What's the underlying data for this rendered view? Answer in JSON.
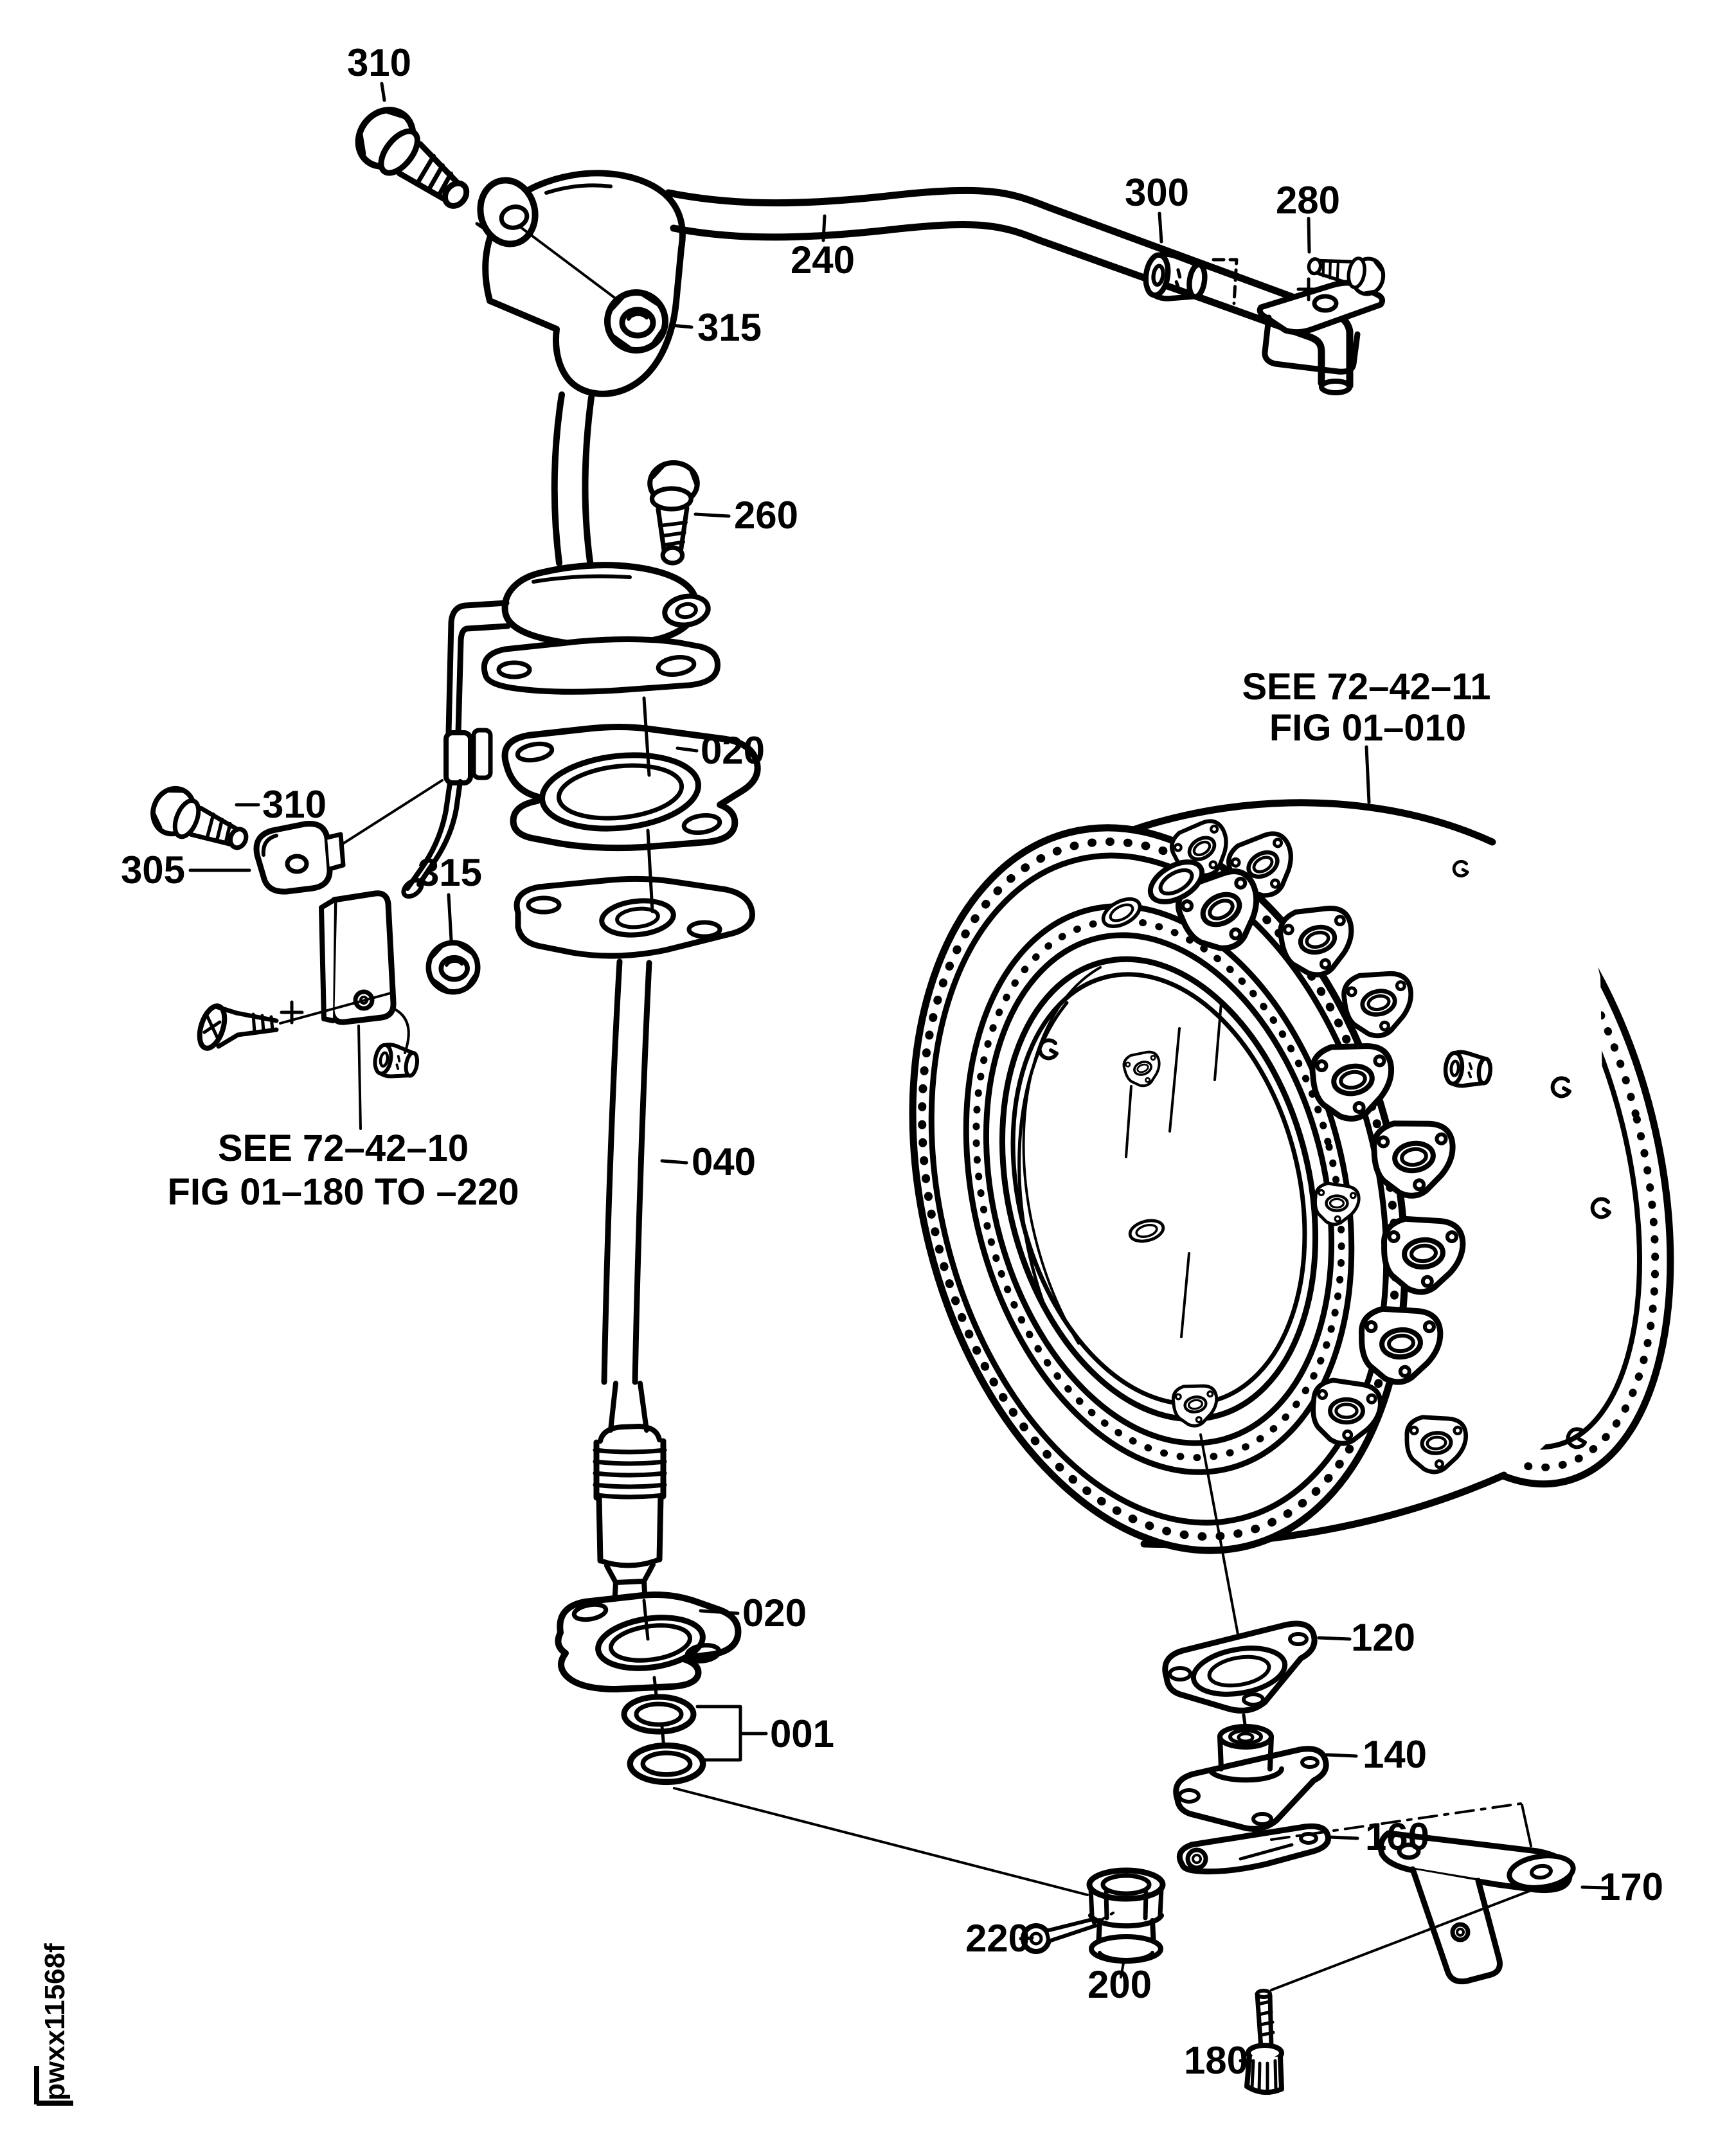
{
  "page": {
    "background": "#ffffff",
    "ink": "#000000",
    "watermark": "pwxx11568f"
  },
  "callouts": {
    "c310_top": "310",
    "c240": "240",
    "c300": "300",
    "c280": "280",
    "c315_top": "315",
    "c260": "260",
    "c020_upper": "020",
    "c310_left": "310",
    "c305": "305",
    "c315_left": "315",
    "c040": "040",
    "c020_lower": "020",
    "c001": "001",
    "c120": "120",
    "c140": "140",
    "c160": "160",
    "c170": "170",
    "c220": "220",
    "c200": "200",
    "c180": "180"
  },
  "notes": {
    "ref_right": {
      "line1": "SEE 72–42–11",
      "line2": "FIG 01–010"
    },
    "ref_left": {
      "line1": "SEE 72–42–10",
      "line2": "FIG 01–180 TO –220"
    }
  }
}
